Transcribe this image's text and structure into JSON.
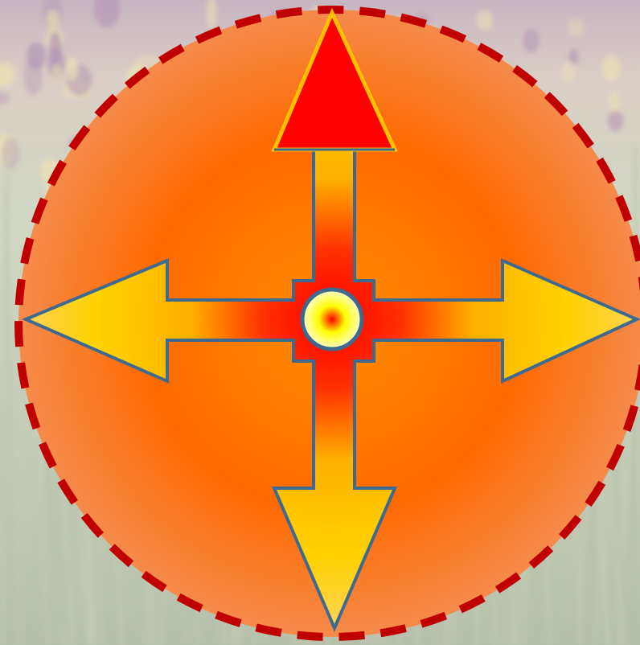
{
  "scene": {
    "background": {
      "description_icon": "flower-meadow-photo",
      "colors": {
        "sky_top": "#a98ea0",
        "flower_band": "#c6b4a8",
        "grass_light": "#b7c2a4",
        "grass_mid": "#a5b28f",
        "grass_dark": "#8f9e7e",
        "flower_purple": "#8c5a8a",
        "flower_yellow": "#e6d58a",
        "wash": "rgba(255,255,255,0.35)"
      }
    },
    "disc": {
      "icon": "compass-disc",
      "gradient": [
        "#ff8c00",
        "#ff6a00",
        "#f58b4c"
      ],
      "border_color": "#c00000",
      "border_style": "dashed"
    },
    "arrows": {
      "icon": "four-way-arrows",
      "up": {
        "icon": "arrow-up-icon",
        "fill": "#ff0000",
        "stroke": "#ffc000"
      },
      "others_fill": [
        "#ffff33",
        "#ffd200",
        "#ffb000"
      ],
      "shaft_fill": [
        "#ff0000",
        "#ff8000"
      ],
      "outline": "#3f6a8f"
    },
    "hub": {
      "icon": "center-knob-icon",
      "gradient": [
        "#ff0000",
        "#ffff00",
        "#fffbd0"
      ],
      "outline": "#3f6a8f"
    }
  }
}
